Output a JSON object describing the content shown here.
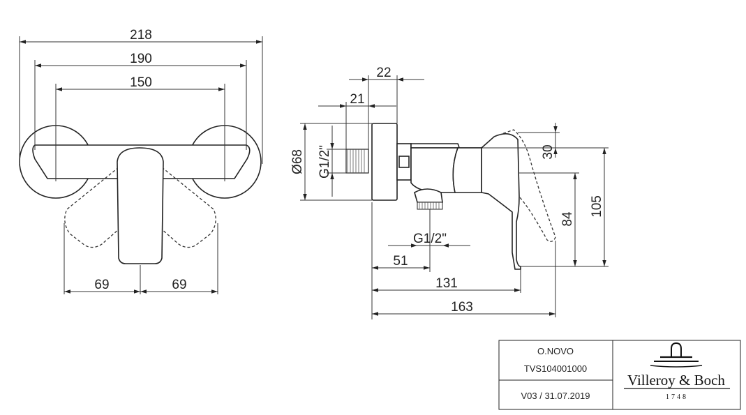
{
  "front_view": {
    "dims": {
      "overall_width": "218",
      "eccentric_width": "190",
      "center_distance": "150",
      "lever_left": "69",
      "lever_right": "69"
    }
  },
  "side_view": {
    "dims": {
      "depth_22": "22",
      "depth_21": "21",
      "rosette_diameter": "Ø68",
      "thread_wall": "G1/2\"",
      "thread_outlet": "G1/2\"",
      "outlet_offset": "51",
      "length_131": "131",
      "length_163": "163",
      "height_30": "30",
      "height_84": "84",
      "height_105": "105"
    }
  },
  "title_block": {
    "product_name": "O.NOVO",
    "article_number": "TVS104001000",
    "version_date": "V03 / 31.07.2019",
    "brand": "Villeroy & Boch",
    "brand_year": "1748"
  }
}
